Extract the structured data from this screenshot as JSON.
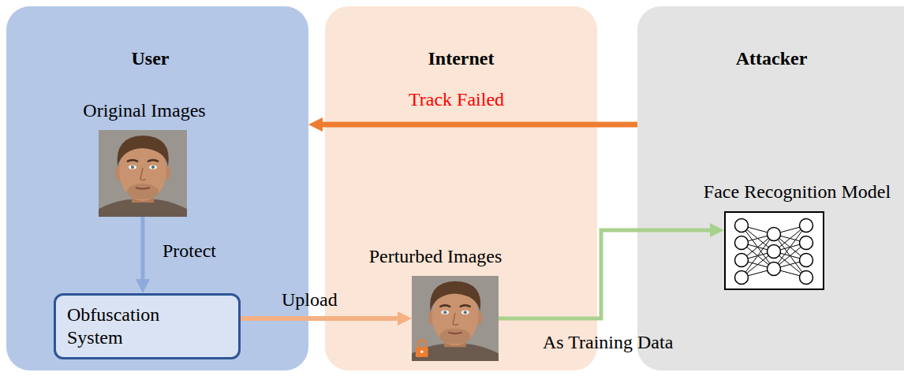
{
  "diagram": {
    "nodes": [
      {
        "text": [
          "User"
        ]
      },
      {
        "text": [
          "Internet"
        ]
      },
      {
        "text": [
          "Attacker"
        ]
      },
      {
        "text": [
          "Original Images"
        ],
        "in": 0
      },
      {
        "text": [
          "Obfuscation System"
        ],
        "in": 0
      },
      {
        "text": [
          "Perturbed Images"
        ],
        "in": 1
      },
      {
        "text": [
          "Face Recognition Model"
        ],
        "in": 2
      }
    ],
    "edges": [
      {
        "from": 3,
        "to": 4,
        "arrow": "to",
        "label": "Protect"
      },
      {
        "from": 4,
        "to": 5,
        "arrow": "to",
        "label": "Upload"
      },
      {
        "from": 5,
        "to": 6,
        "arrow": "to",
        "label": "As Training Data"
      },
      {
        "from": 2,
        "to": 0,
        "arrow": "to",
        "label": "Track Failed"
      }
    ]
  }
}
